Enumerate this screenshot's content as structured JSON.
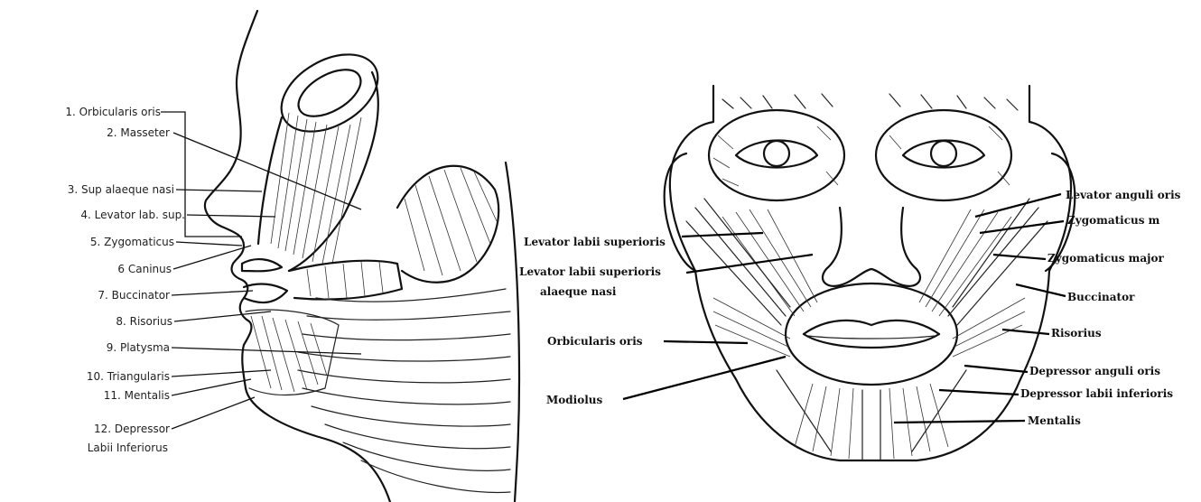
{
  "left_figure": {
    "labels": [
      "1.  Orbicularis oris",
      "2.  Masseter",
      "3.  Sup alaeque nasi",
      "4.  Levator lab. sup.",
      "5.  Zygomaticus",
      "6  Caninus",
      "7.  Buccinator",
      "8.  Risorius",
      "9.  Platysma",
      "10.  Triangularis",
      "11.  Mentalis",
      "12.  Depressor",
      "Labii Inferiorus"
    ]
  },
  "right_figure": {
    "labels_left": [
      "Levator labii superioris",
      "Levator labii superioris",
      "alaeque nasi",
      "Orbicularis oris",
      "Modiolus"
    ],
    "labels_right": [
      "Levator anguli oris",
      "Zygomaticus m",
      "Zygomaticus major",
      "Buccinator",
      "Risorius",
      "Depressor anguli oris",
      "Depressor labii inferioris",
      "Mentalis"
    ]
  }
}
